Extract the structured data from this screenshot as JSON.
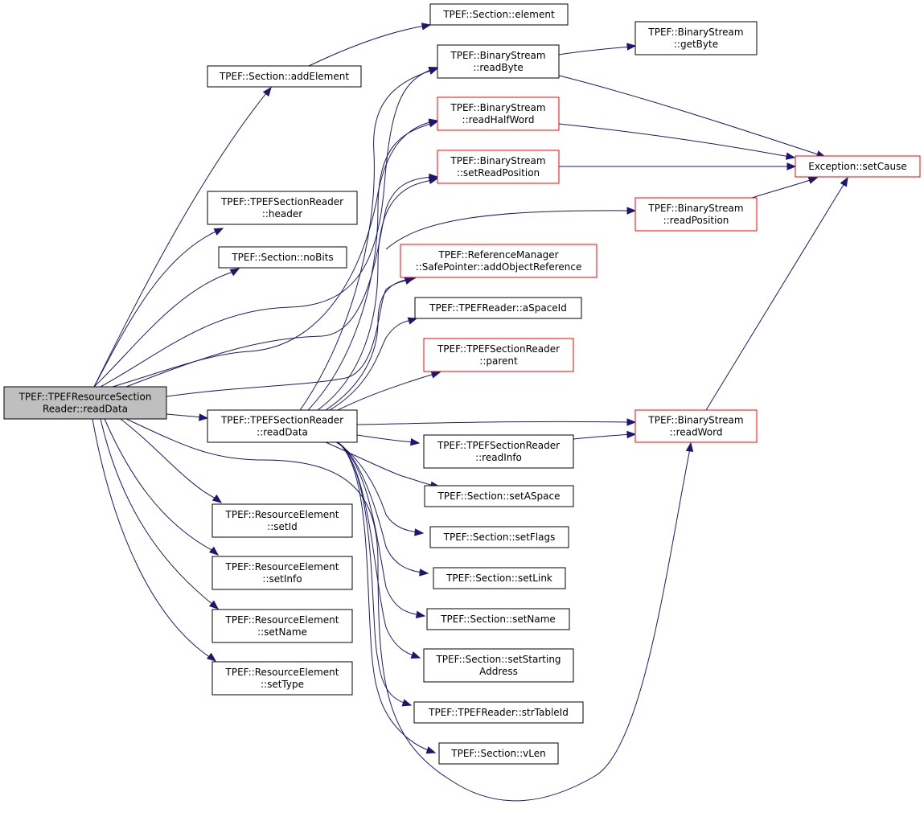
{
  "colors": {
    "edge": "#191970",
    "normal_border": "#000000",
    "external_border": "#ff0000",
    "root_fill": "#bfbfbf",
    "node_fill": "#ffffff"
  },
  "nodes": {
    "root": {
      "lines": [
        "TPEF::TPEFResourceSection",
        "Reader::readData"
      ],
      "style": "root"
    },
    "add_element": {
      "lines": [
        "TPEF::Section::addElement"
      ],
      "style": "normal"
    },
    "header": {
      "lines": [
        "TPEF::TPEFSectionReader",
        "::header"
      ],
      "style": "normal"
    },
    "no_bits": {
      "lines": [
        "TPEF::Section::noBits"
      ],
      "style": "normal"
    },
    "section_reader_read_data": {
      "lines": [
        "TPEF::TPEFSectionReader",
        "::readData"
      ],
      "style": "normal"
    },
    "set_id": {
      "lines": [
        "TPEF::ResourceElement",
        "::setId"
      ],
      "style": "normal"
    },
    "set_info": {
      "lines": [
        "TPEF::ResourceElement",
        "::setInfo"
      ],
      "style": "normal"
    },
    "set_name_res": {
      "lines": [
        "TPEF::ResourceElement",
        "::setName"
      ],
      "style": "normal"
    },
    "set_type": {
      "lines": [
        "TPEF::ResourceElement",
        "::setType"
      ],
      "style": "normal"
    },
    "element": {
      "lines": [
        "TPEF::Section::element"
      ],
      "style": "normal"
    },
    "read_byte": {
      "lines": [
        "TPEF::BinaryStream",
        "::readByte"
      ],
      "style": "normal"
    },
    "read_half_word": {
      "lines": [
        "TPEF::BinaryStream",
        "::readHalfWord"
      ],
      "style": "external"
    },
    "set_read_position": {
      "lines": [
        "TPEF::BinaryStream",
        "::setReadPosition"
      ],
      "style": "external"
    },
    "add_object_reference": {
      "lines": [
        "TPEF::ReferenceManager",
        "::SafePointer::addObjectReference"
      ],
      "style": "external"
    },
    "a_space_id": {
      "lines": [
        "TPEF::TPEFReader::aSpaceId"
      ],
      "style": "normal"
    },
    "parent": {
      "lines": [
        "TPEF::TPEFSectionReader",
        "::parent"
      ],
      "style": "external"
    },
    "read_info": {
      "lines": [
        "TPEF::TPEFSectionReader",
        "::readInfo"
      ],
      "style": "normal"
    },
    "set_a_space": {
      "lines": [
        "TPEF::Section::setASpace"
      ],
      "style": "normal"
    },
    "set_flags": {
      "lines": [
        "TPEF::Section::setFlags"
      ],
      "style": "normal"
    },
    "set_link": {
      "lines": [
        "TPEF::Section::setLink"
      ],
      "style": "normal"
    },
    "set_name_sec": {
      "lines": [
        "TPEF::Section::setName"
      ],
      "style": "normal"
    },
    "set_starting_address": {
      "lines": [
        "TPEF::Section::setStarting",
        "Address"
      ],
      "style": "normal"
    },
    "str_table_id": {
      "lines": [
        "TPEF::TPEFReader::strTableId"
      ],
      "style": "normal"
    },
    "v_len": {
      "lines": [
        "TPEF::Section::vLen"
      ],
      "style": "normal"
    },
    "get_byte": {
      "lines": [
        "TPEF::BinaryStream",
        "::getByte"
      ],
      "style": "normal"
    },
    "read_position": {
      "lines": [
        "TPEF::BinaryStream",
        "::readPosition"
      ],
      "style": "external"
    },
    "read_word": {
      "lines": [
        "TPEF::BinaryStream",
        "::readWord"
      ],
      "style": "external"
    },
    "set_cause": {
      "lines": [
        "Exception::setCause"
      ],
      "style": "external"
    }
  }
}
